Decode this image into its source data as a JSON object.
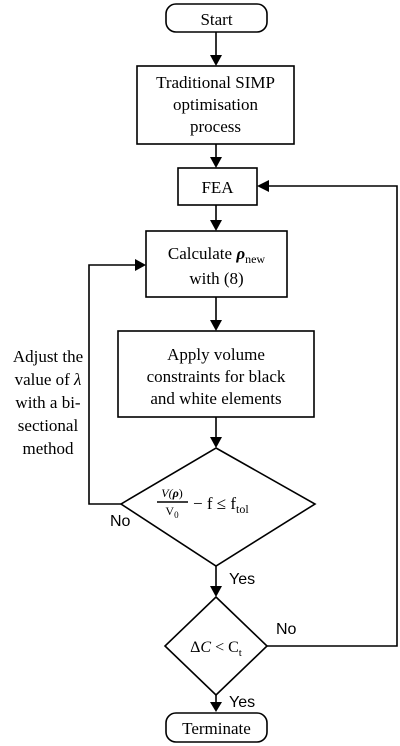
{
  "nodes": {
    "start": {
      "label": "Start"
    },
    "simp": {
      "lines": [
        "Traditional SIMP",
        "optimisation",
        "process"
      ]
    },
    "fea": {
      "label": "FEA"
    },
    "calculate": {
      "line1_text": "Calculate ",
      "line1_symbol": "ρ",
      "line1_subscript": "new",
      "line2": "with (8)"
    },
    "apply": {
      "lines": [
        "Apply volume",
        "constraints for black",
        "and white elements"
      ]
    },
    "volume_check": {
      "numerator_func": "V(",
      "numerator_symbol": "ρ",
      "numerator_close": ")",
      "denominator": "V",
      "denominator_subscript": "0",
      "condition_text": "− f ≤ f",
      "condition_subscript": "tol"
    },
    "compliance_check": {
      "delta": "Δ",
      "variable": "C",
      "operator": " < ",
      "threshold": "C",
      "threshold_subscript": "t"
    },
    "terminate": {
      "label": "Terminate"
    }
  },
  "side_note": {
    "line1_text": "Adjust the",
    "line2_text": "value of ",
    "line2_symbol": "λ",
    "line3_text": "with a bi-",
    "line4_text": "sectional",
    "line5_text": "method"
  },
  "edge_labels": {
    "volume_no": "No",
    "volume_yes": "Yes",
    "compliance_no": "No",
    "compliance_yes": "Yes"
  }
}
